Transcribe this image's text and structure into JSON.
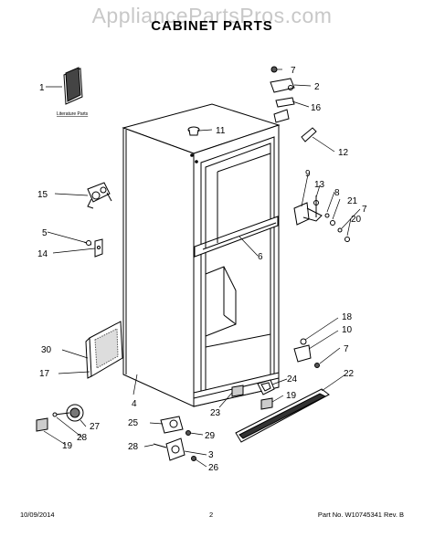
{
  "watermark": "AppliancePartsPros.com",
  "title": "CABINET PARTS",
  "literature_label": "Literature Parts",
  "callouts": {
    "c1": "1",
    "c2": "2",
    "c3": "3",
    "c4": "4",
    "c5": "5",
    "c6": "6",
    "c7a": "7",
    "c7b": "7",
    "c7c": "7",
    "c8": "8",
    "c9": "9",
    "c10": "10",
    "c11": "11",
    "c12": "12",
    "c13": "13",
    "c14": "14",
    "c15": "15",
    "c16": "16",
    "c17": "17",
    "c18": "18",
    "c19a": "19",
    "c19b": "19",
    "c20": "20",
    "c21": "21",
    "c22": "22",
    "c23": "23",
    "c24": "24",
    "c25": "25",
    "c26": "26",
    "c27": "27",
    "c28a": "28",
    "c28b": "28",
    "c29": "29",
    "c30": "30"
  },
  "footer": {
    "date": "10/09/2014",
    "page": "2",
    "part_no": "Part No. W10745341  Rev. B"
  }
}
